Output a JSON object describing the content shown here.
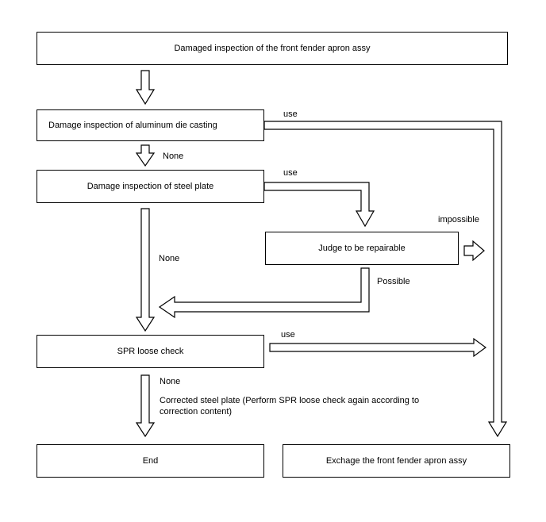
{
  "boxes": {
    "start": "Damaged inspection of the front fender apron assy",
    "aluminum": "Damage inspection of aluminum die casting",
    "steel": "Damage inspection of steel plate",
    "judge": "Judge to be repairable",
    "spr": "SPR loose check",
    "end": "End",
    "exchange": "Exchage the front fender apron assy"
  },
  "labels": {
    "use_aluminum": "use",
    "none_aluminum": "None",
    "use_steel": "use",
    "none_steel": "None",
    "impossible": "impossible",
    "possible": "Possible",
    "use_spr": "use",
    "none_spr": "None",
    "corrected_line1": "Corrected steel plate (Perform SPR loose check again according to",
    "corrected_line2": "correction content)"
  }
}
